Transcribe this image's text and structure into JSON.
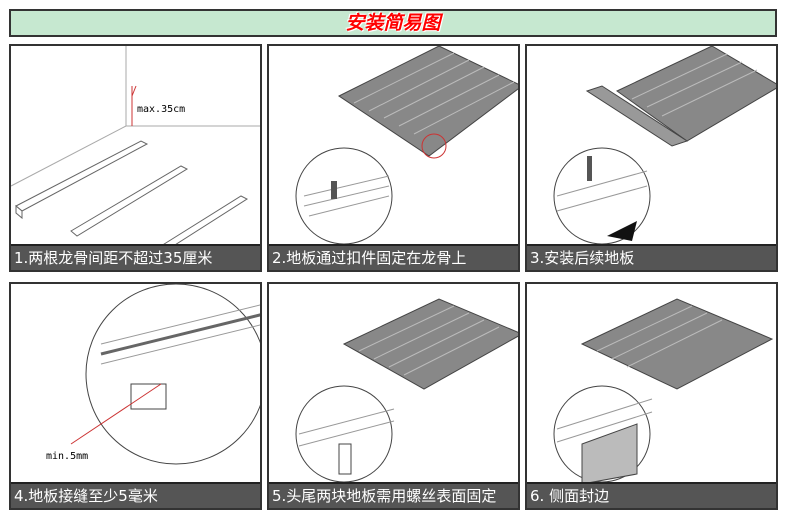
{
  "title": "安装简易图",
  "panels": [
    {
      "caption": "1.两根龙骨间距不超过35厘米",
      "label": "max.35cm"
    },
    {
      "caption": "2.地板通过扣件固定在龙骨上"
    },
    {
      "caption": "3.安装后续地板"
    },
    {
      "caption": "4.地板接缝至少5毫米",
      "label": "min.5mm"
    },
    {
      "caption": "5.头尾两块地板需用螺丝表面固定"
    },
    {
      "caption": "6. 侧面封边"
    }
  ]
}
